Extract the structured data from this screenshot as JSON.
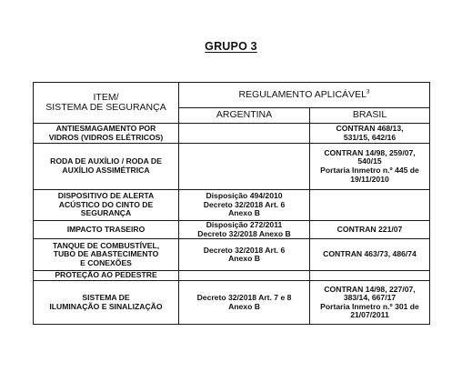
{
  "title": "GRUPO 3",
  "header": {
    "item_line1": "ITEM/",
    "item_line2": "SISTEMA DE SEGURANÇA",
    "regulation": "REGULAMENTO APLICÁVEL",
    "regulation_note": "3",
    "col_argentina": "ARGENTINA",
    "col_brasil": "BRASIL"
  },
  "rows": [
    {
      "item": [
        "ANTIESMAGAMENTO POR",
        "VIDROS (VIDROS ELÉTRICOS)"
      ],
      "argentina": [],
      "brasil": [
        "CONTRAN 468/13,",
        "531/15, 642/16"
      ]
    },
    {
      "item": [
        "RODA DE AUXÍLIO / RODA DE",
        "AUXÍLIO ASSIMÉTRICA"
      ],
      "argentina": [],
      "brasil": [
        "CONTRAN 14/98, 259/07,",
        "540/15",
        "Portaria Inmetro n.º 445 de",
        "19/11/2010"
      ]
    },
    {
      "item": [
        "DISPOSITIVO DE ALERTA",
        "ACÚSTICO DO CINTO DE",
        "SEGURANÇA"
      ],
      "argentina": [
        "Disposição 494/2010",
        "Decreto 32/2018 Art. 6",
        "Anexo B"
      ],
      "brasil": []
    },
    {
      "item": [
        "IMPACTO TRASEIRO"
      ],
      "argentina": [
        "Disposição 272/2011",
        "Decreto 32/2018 Anexo B"
      ],
      "brasil": [
        "CONTRAN 221/07"
      ]
    },
    {
      "item": [
        "TANQUE DE COMBUSTÍVEL,",
        "TUBO DE ABASTECIMENTO",
        "E CONEXÕES"
      ],
      "argentina": [
        "Decreto 32/2018 Art. 6",
        "Anexo B"
      ],
      "brasil": [
        "CONTRAN 463/73, 486/74"
      ]
    },
    {
      "item": [
        "PROTEÇÃO AO PEDESTRE"
      ],
      "argentina": [],
      "brasil": []
    },
    {
      "item": [
        "SISTEMA DE",
        "ILUMINAÇÃO E SINALIZAÇÃO"
      ],
      "argentina": [
        "Decreto 32/2018 Art. 7 e 8",
        "Anexo B"
      ],
      "brasil": [
        "CONTRAN 14/98, 227/07,",
        "383/14, 667/17",
        "Portaria Inmetro n.º 301 de",
        "21/07/2011"
      ]
    }
  ]
}
